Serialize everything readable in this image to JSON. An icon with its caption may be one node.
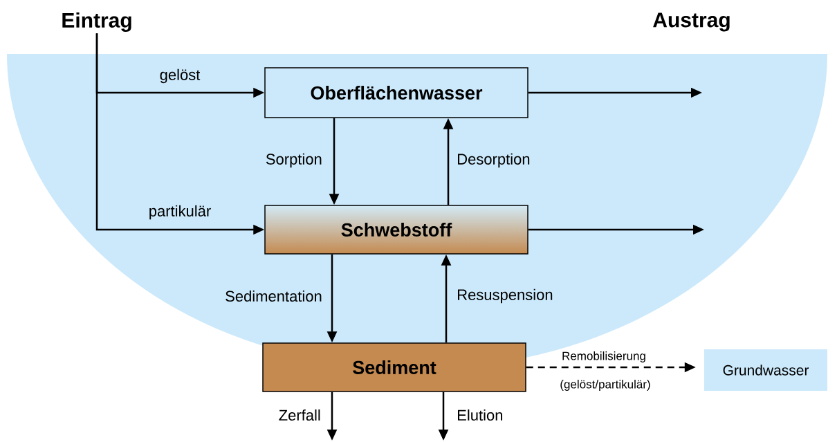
{
  "diagram": {
    "nodes": [
      {
        "text": [
          "Eintrag"
        ]
      },
      {
        "text": [
          "Oberflächenwasser"
        ]
      },
      {
        "text": [
          "Schwebstoff"
        ]
      },
      {
        "text": [
          "Sediment"
        ]
      },
      {
        "text": [
          "Grundwasser"
        ]
      }
    ],
    "edges": [
      {
        "from": 0,
        "to": 1,
        "arrow": "to",
        "label": "gelöst"
      },
      {
        "from": 0,
        "to": 2,
        "arrow": "to",
        "label": "partikulär"
      },
      {
        "from": 1,
        "to": 2,
        "arrow": "to",
        "label": "Sorption"
      },
      {
        "from": 2,
        "to": 1,
        "arrow": "to",
        "label": "Desorption"
      },
      {
        "from": 1,
        "to": null,
        "arrow": "to"
      },
      {
        "from": 2,
        "to": null,
        "arrow": "to"
      },
      {
        "from": 2,
        "to": 3,
        "arrow": "to",
        "label": "Sedimentation"
      },
      {
        "from": 3,
        "to": 2,
        "arrow": "to",
        "label": "Resuspension"
      },
      {
        "from": 3,
        "to": 4,
        "arrow": "to",
        "label": "Remobilisierung",
        "style": "dashed"
      },
      {
        "from": 3,
        "to": null,
        "arrow": "to",
        "label": "Zerfall"
      },
      {
        "from": 3,
        "to": null,
        "arrow": "to",
        "label": "Elution"
      }
    ],
    "labels": [
      "Austrag",
      "(gelöst/partikulär)"
    ]
  }
}
